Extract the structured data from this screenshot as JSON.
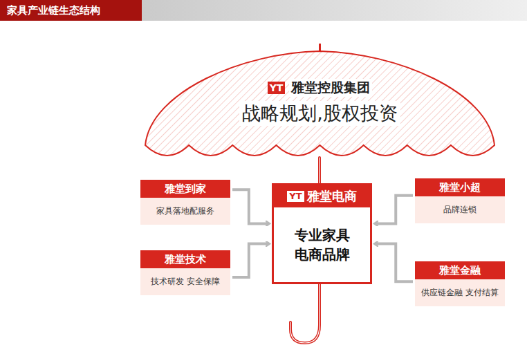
{
  "diagram": {
    "title": "家具产业链生态结构",
    "nodes": [
      {
        "text": [
          "YT",
          "雅堂控股集团",
          "战略规划,股权投资"
        ]
      },
      {
        "text": [
          "雅堂到家",
          "家具落地配服务"
        ]
      },
      {
        "text": [
          "雅堂技术",
          "技术研发 安全保障"
        ]
      },
      {
        "text": [
          "YT",
          "雅堂电商",
          "专业家具 电商品牌"
        ]
      },
      {
        "text": [
          "雅堂小超",
          "品牌连锁"
        ]
      },
      {
        "text": [
          "雅堂金融",
          "供应链金融 支付结算"
        ]
      }
    ],
    "edges": [
      {
        "from": 1,
        "to": 3,
        "arrow": "to"
      },
      {
        "from": 2,
        "to": 3,
        "arrow": "to"
      },
      {
        "from": 4,
        "to": 3,
        "arrow": "to"
      },
      {
        "from": 5,
        "to": 3,
        "arrow": "to"
      }
    ]
  }
}
